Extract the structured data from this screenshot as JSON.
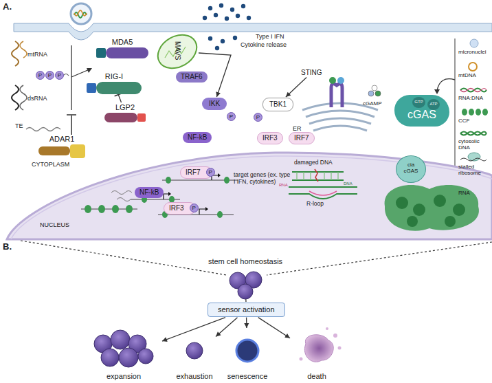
{
  "diagram": {
    "nodes": [
      {
        "text": [
          "P"
        ]
      },
      {
        "text": [
          "P"
        ]
      },
      {
        "text": [
          "P"
        ]
      },
      {
        "text": [
          "MDA5"
        ]
      },
      {
        "text": [
          "MAVS"
        ]
      },
      {
        "text": [
          "TRAF6"
        ]
      },
      {
        "text": [
          "RIG-I"
        ]
      },
      {
        "text": [
          "LGP2"
        ]
      },
      {
        "text": [
          "ADAR1"
        ]
      },
      {
        "text": [
          "IKK"
        ]
      },
      {
        "text": [
          "P"
        ]
      },
      {
        "text": [
          "TBK1"
        ]
      },
      {
        "text": [
          "P"
        ]
      },
      {
        "text": [
          "STING"
        ]
      },
      {
        "text": [
          "cGAS"
        ]
      },
      {
        "text": [
          "GTP"
        ],
        "in": 14
      },
      {
        "text": [
          "ATP"
        ],
        "in": 14
      },
      {
        "text": [
          "NF-kB"
        ]
      },
      {
        "text": [
          "IRF3"
        ]
      },
      {
        "text": [
          "IRF7"
        ]
      },
      {
        "text": [
          "IRF7"
        ]
      },
      {
        "text": [
          "P"
        ],
        "in": 20
      },
      {
        "text": [
          "NF-kB"
        ]
      },
      {
        "text": [
          "IRF3"
        ]
      },
      {
        "text": [
          "P"
        ],
        "in": 23
      },
      {
        "text": [
          "cia cGAS"
        ]
      },
      {
        "text": [
          "stem cell homeostasis"
        ]
      },
      {
        "text": [
          "sensor activation"
        ]
      },
      {
        "text": [
          "expansion"
        ]
      },
      {
        "text": [
          "exhaustion"
        ]
      },
      {
        "text": [
          "senescence"
        ]
      },
      {
        "text": [
          "death"
        ]
      }
    ],
    "edges": [
      {
        "from": 7,
        "to": 6,
        "arrow": "to"
      },
      {
        "from": 4,
        "to": 9,
        "arrow": "to"
      },
      {
        "from": 13,
        "to": 11,
        "arrow": "to"
      },
      {
        "from": 26,
        "to": 27,
        "arrow": "none"
      },
      {
        "from": 27,
        "to": 28,
        "arrow": "to"
      },
      {
        "from": 27,
        "to": 29,
        "arrow": "to"
      },
      {
        "from": 27,
        "to": 30,
        "arrow": "to"
      },
      {
        "from": 27,
        "to": 31,
        "arrow": "to"
      }
    ],
    "labels": [
      "A.",
      "Type I IFN",
      "Cytokine release",
      "mtRNA",
      "dsRNA",
      "TE",
      "ER",
      "cGAMP",
      "micronuclei",
      "mtDNA",
      "RNA:DNA",
      "CCF",
      "cytosolic DNA",
      "stalled ribosome",
      "RNA",
      "CYTOPLASM",
      "NUCLEUS",
      "target genes (ex. type I IFN, cytokines)",
      "damaged DNA",
      "R-loop",
      "RNA",
      "DNA",
      "B."
    ]
  }
}
